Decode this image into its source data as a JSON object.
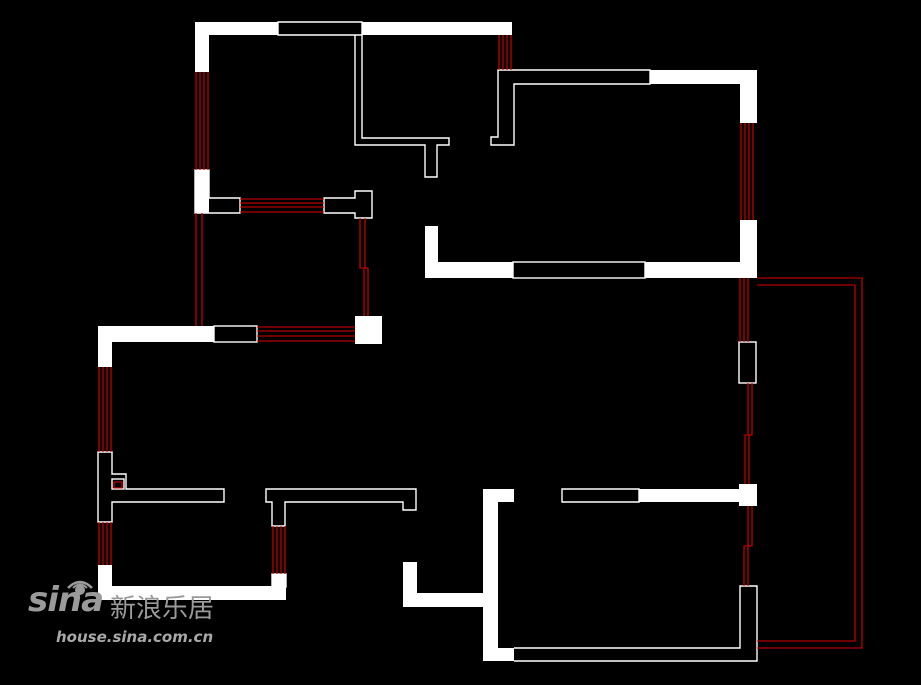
{
  "watermark": {
    "brand": "sina",
    "name": "新浪乐居",
    "url": "house.sina.com.cn"
  }
}
